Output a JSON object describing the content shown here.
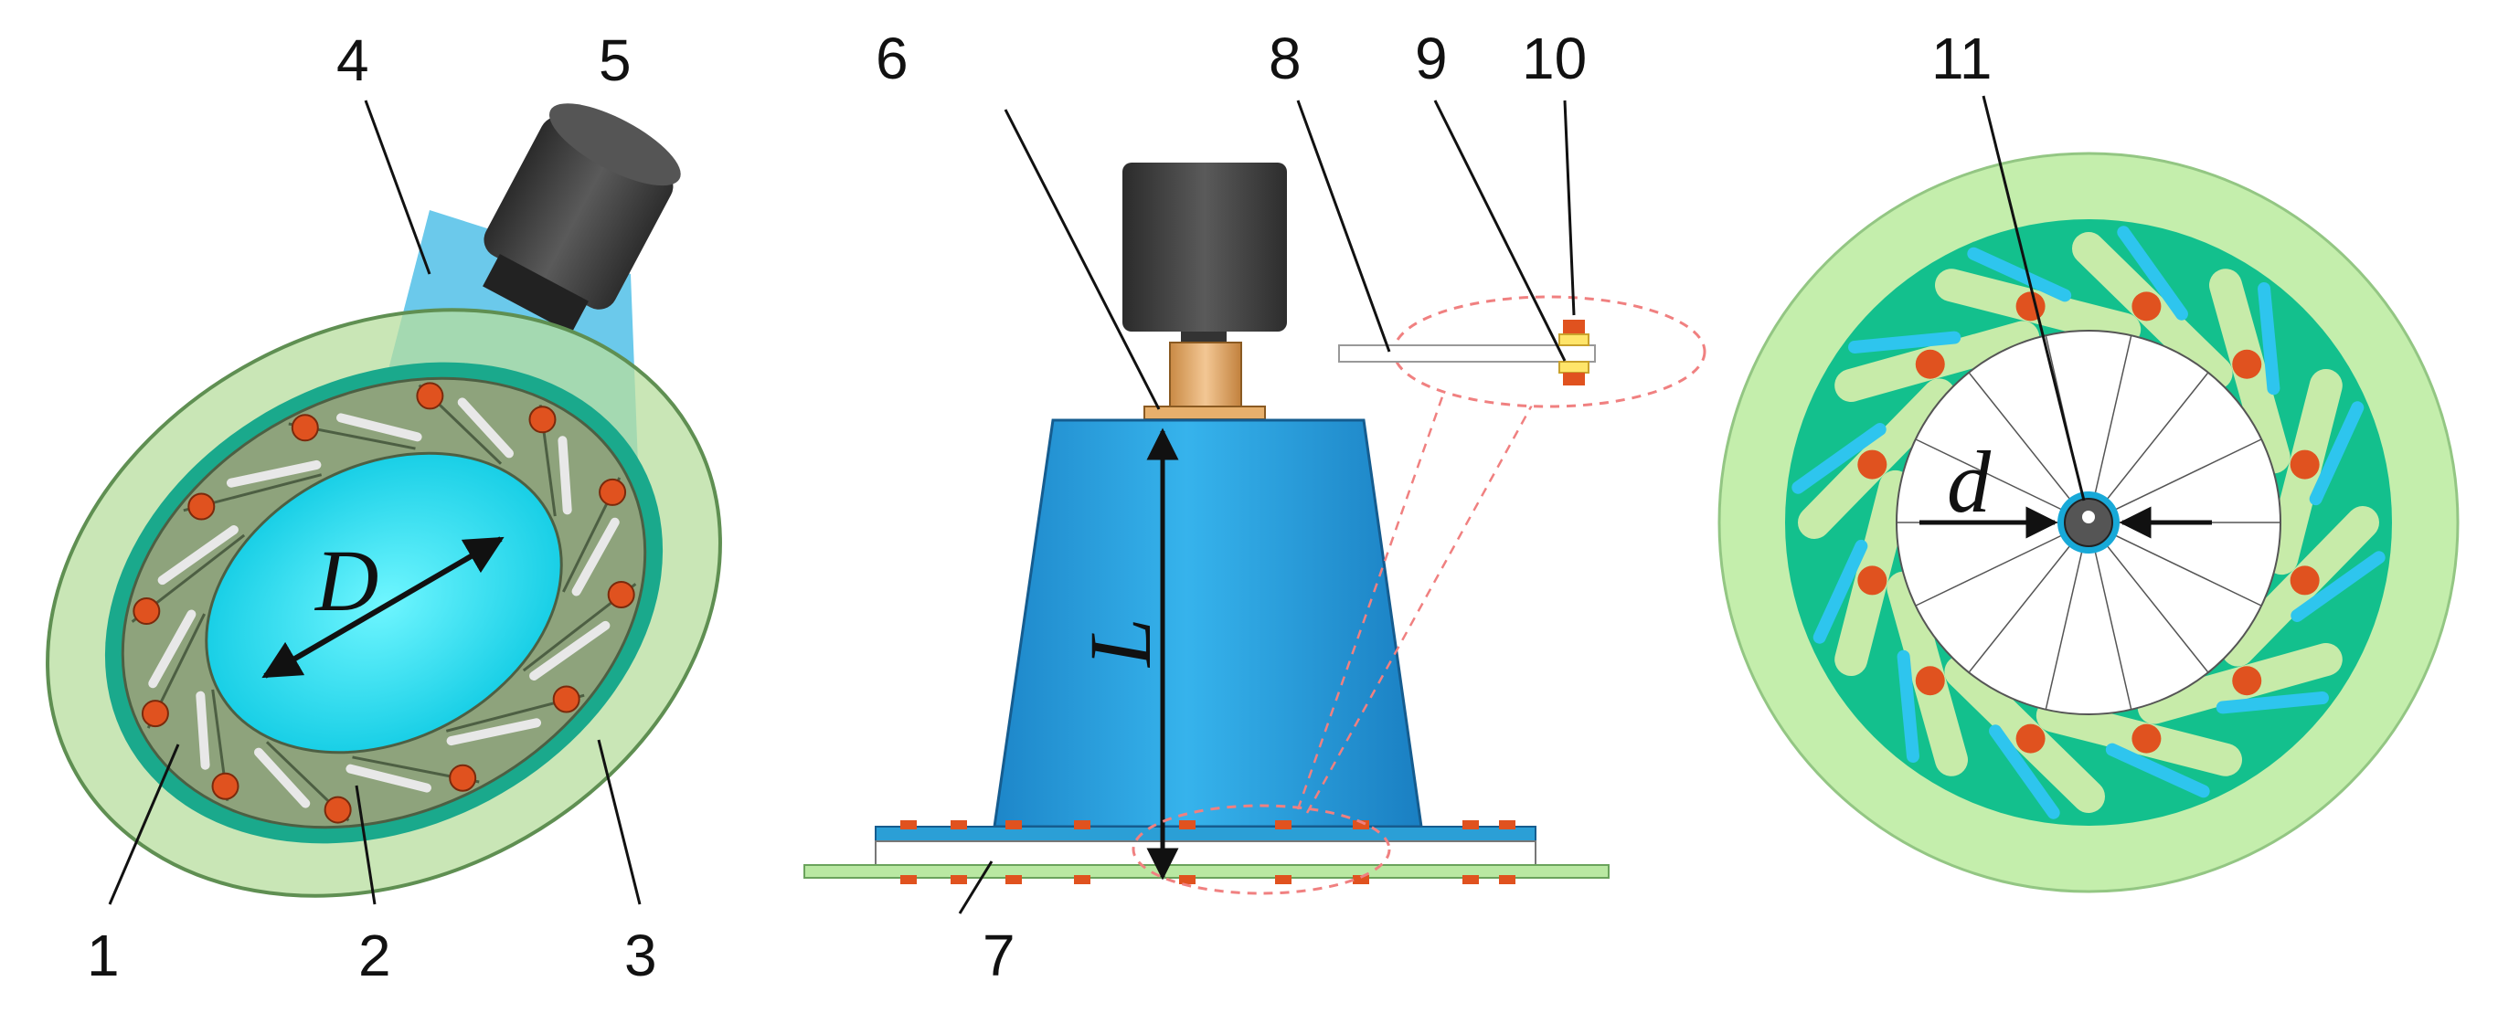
{
  "figure": {
    "callouts": {
      "n1": "1",
      "n2": "2",
      "n3": "3",
      "n4": "4",
      "n5": "5",
      "n6": "6",
      "n7": "7",
      "n8": "8",
      "n9": "9",
      "n10": "10",
      "n11": "11"
    },
    "dimensions": {
      "outlet_diameter": "D",
      "cone_length": "L",
      "center_diameter": "d"
    },
    "colors": {
      "outer_ring": "#b9e8a2",
      "ring_stroke": "#5f8f52",
      "teal_band": "#17b98f",
      "cone_blue": "#2aa7e0",
      "cone_inner": "#36e6f2",
      "blade_green": "#8ea37c",
      "motor_dark": "#3d3d3d",
      "bolt_orange": "#e0521f",
      "slot_blue": "#2ec5ee",
      "coupler_tan": "#d9a25d",
      "detail_circle": "#f08080"
    }
  }
}
